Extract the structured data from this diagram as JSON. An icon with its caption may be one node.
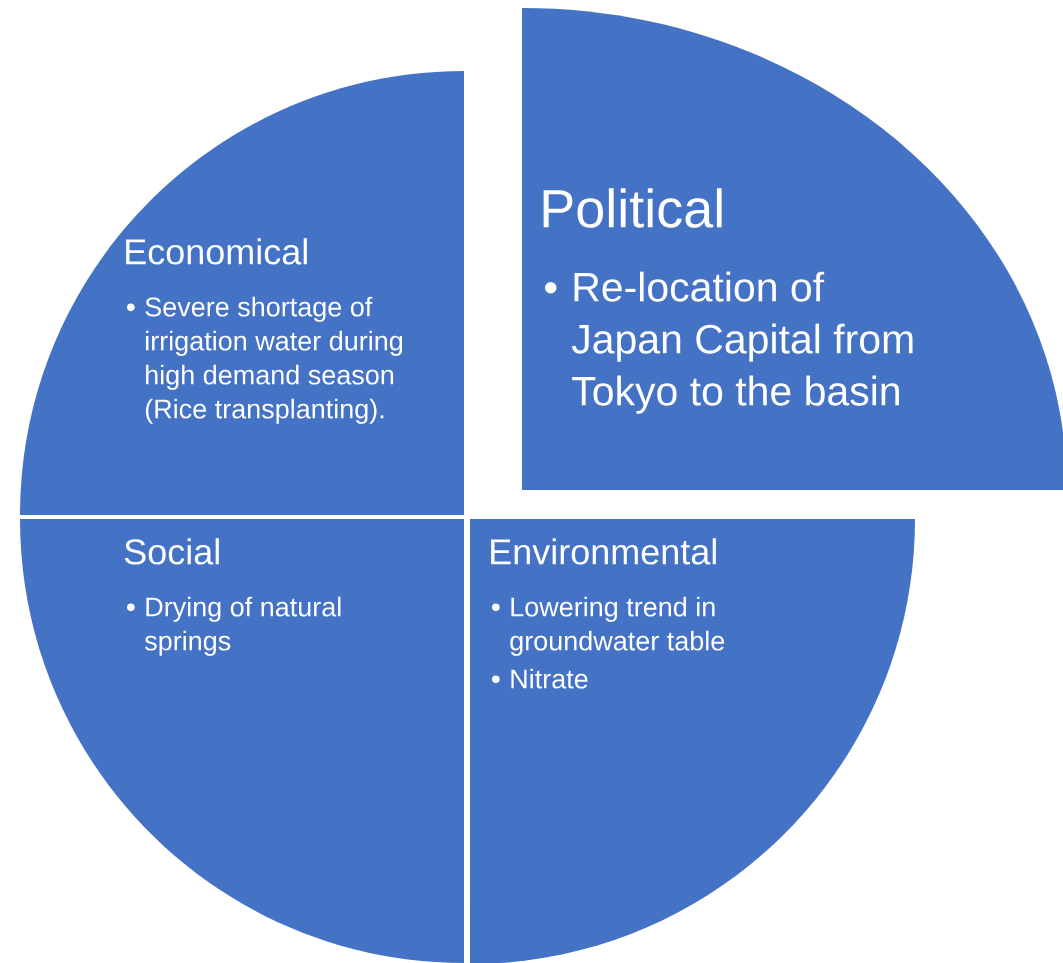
{
  "diagram": {
    "nodes": [
      {
        "text": [
          "Economical",
          "Severe shortage of irrigation water during high demand season (Rice transplanting)."
        ]
      },
      {
        "text": [
          "Political",
          "Re-location of Japan Capital from Tokyo to the basin"
        ]
      },
      {
        "text": [
          "Social",
          "Drying of natural springs"
        ]
      },
      {
        "text": [
          "Environmental",
          "Lowering trend in groundwater table",
          "Nitrate"
        ]
      }
    ]
  }
}
